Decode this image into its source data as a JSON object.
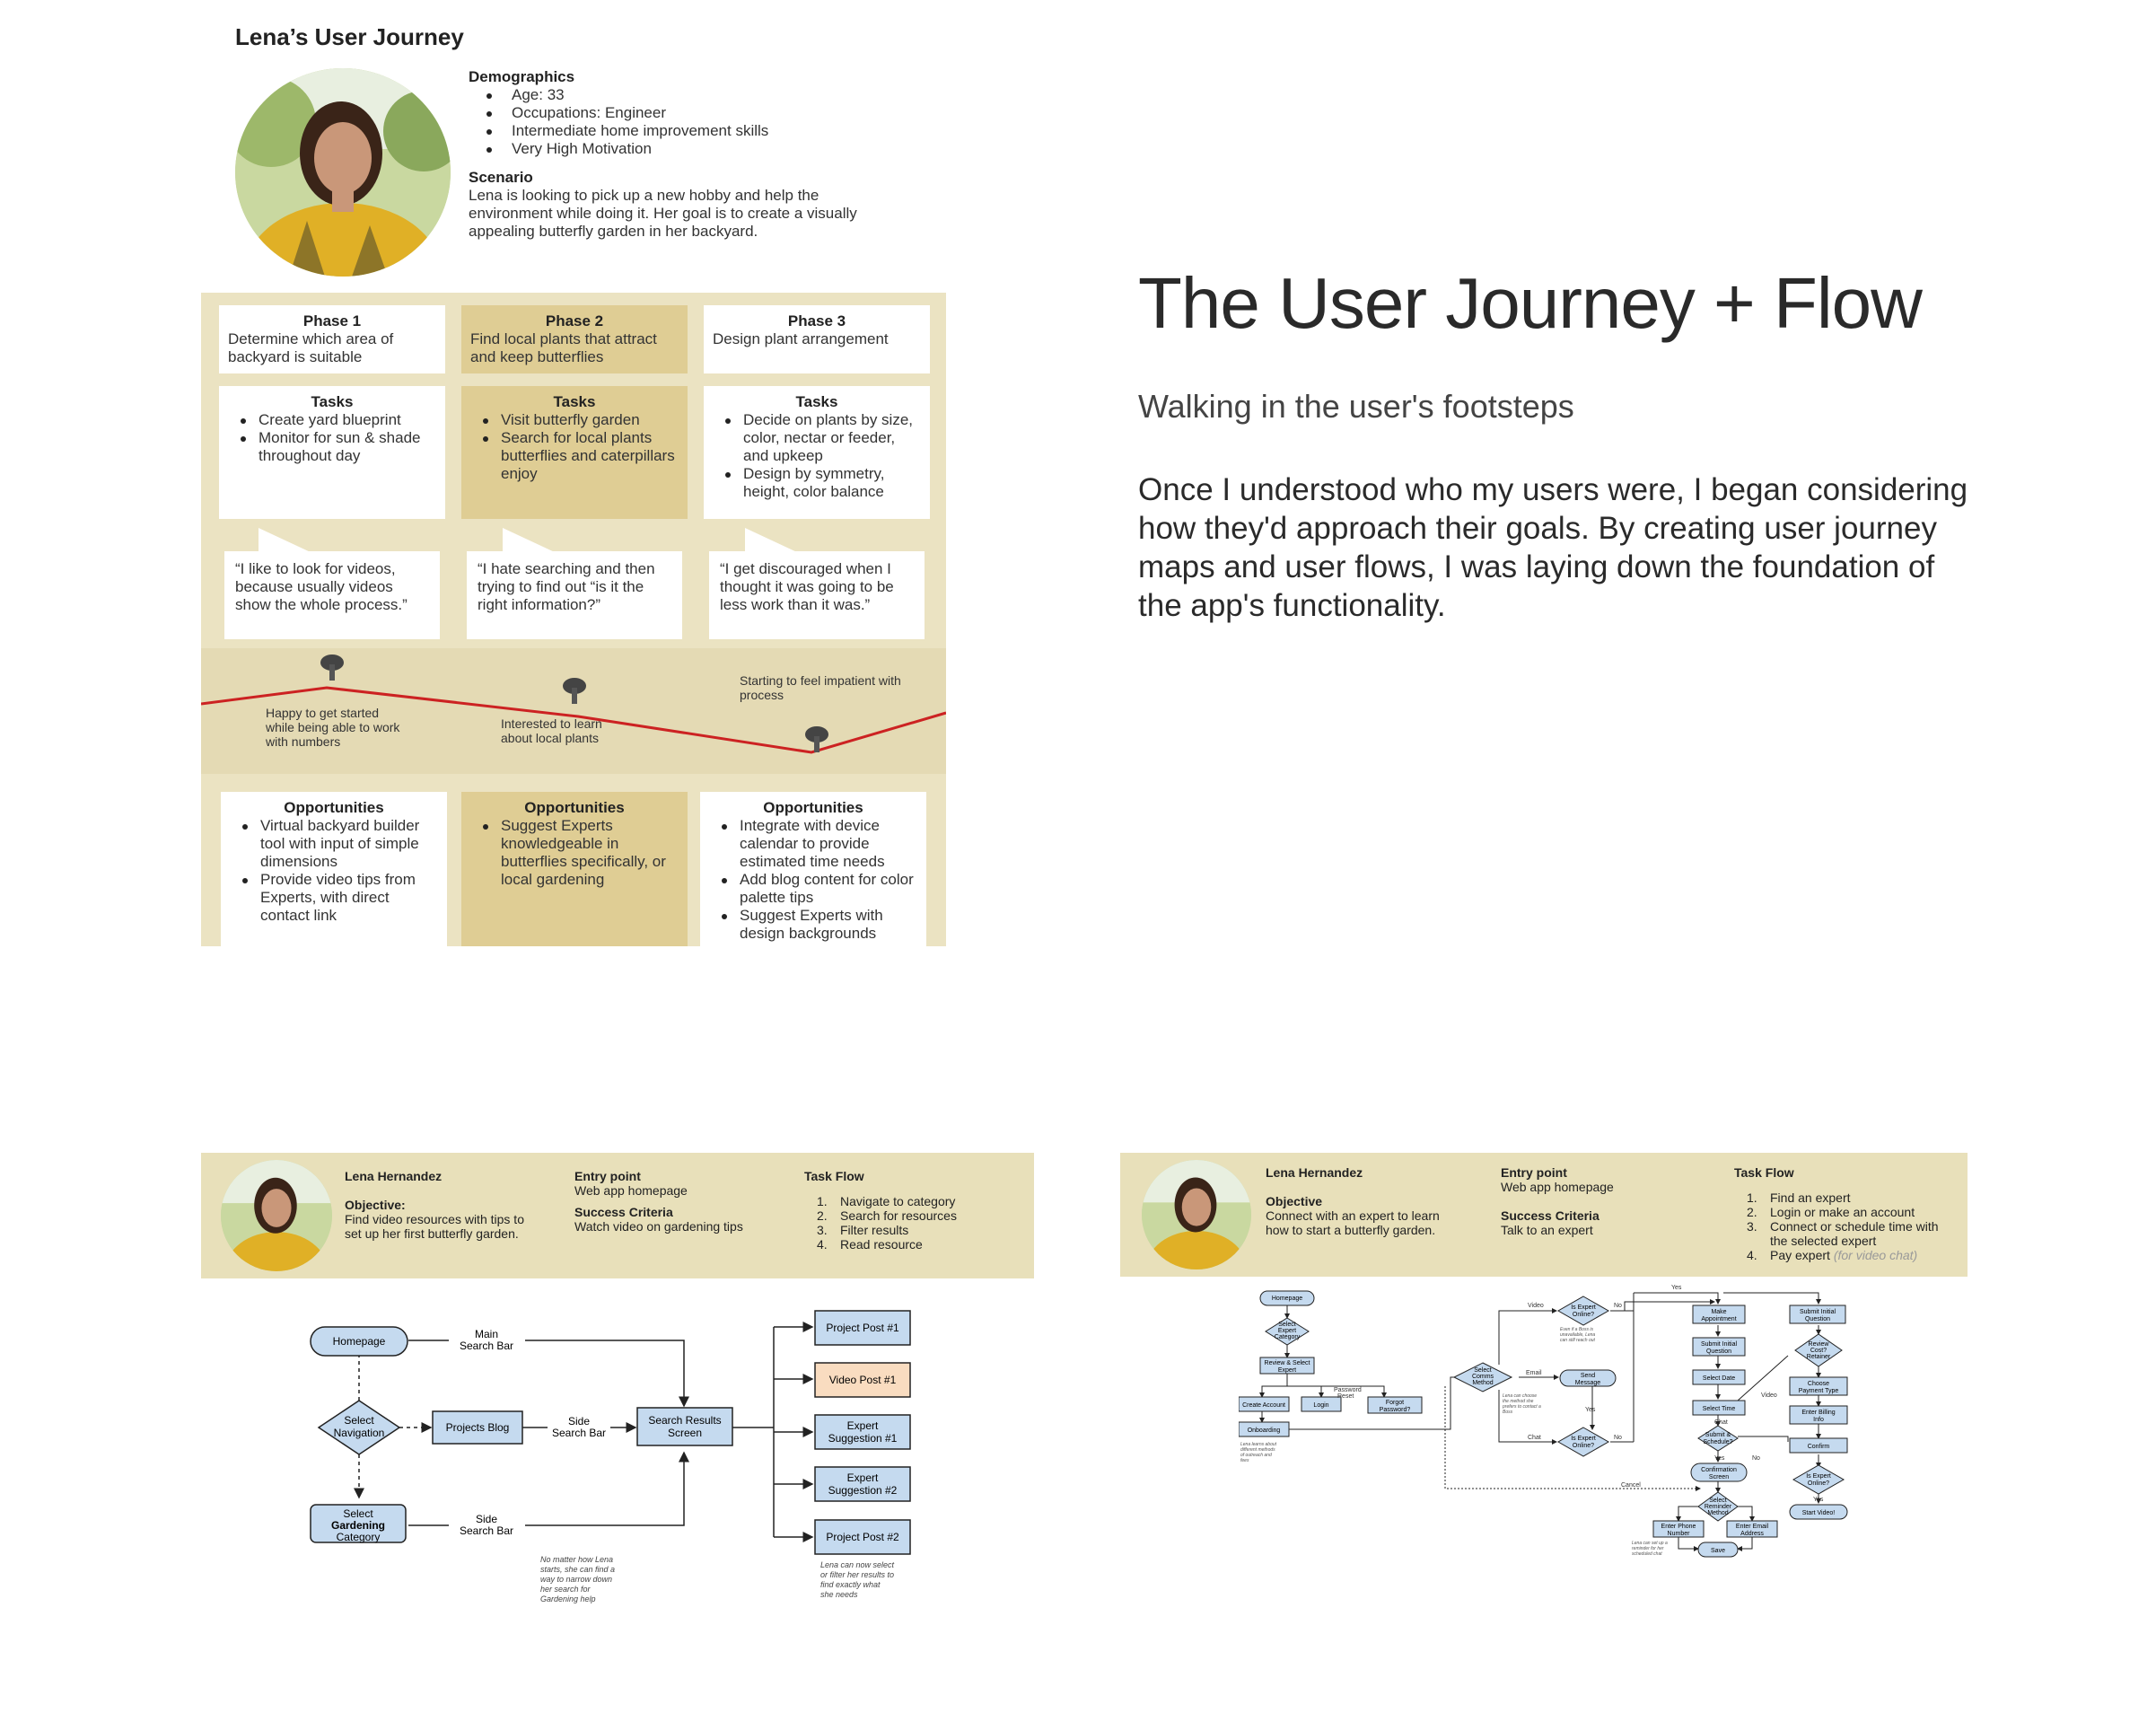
{
  "journey": {
    "title": "Lena’s User Journey",
    "demographics_heading": "Demographics",
    "demographics": [
      "Age: 33",
      "Occupations: Engineer",
      "Intermediate home improvement skills",
      "Very High Motivation"
    ],
    "scenario_heading": "Scenario",
    "scenario": "Lena is looking to pick up a new hobby and help the environment while doing it. Her goal is to create a visually appealing butterfly garden in her backyard.",
    "phases": [
      {
        "title": "Phase 1",
        "desc": "Determine which area of backyard is suitable"
      },
      {
        "title": "Phase 2",
        "desc": "Find local plants that attract and keep butterflies"
      },
      {
        "title": "Phase 3",
        "desc": "Design plant arrangement"
      }
    ],
    "tasks_heading": "Tasks",
    "tasks": [
      [
        "Create yard blueprint",
        "Monitor for sun & shade throughout day"
      ],
      [
        "Visit butterfly garden",
        "Search for local plants butterflies and caterpillars enjoy"
      ],
      [
        "Decide on plants by size, color, nectar or feeder, and upkeep",
        "Design by symmetry, height, color balance"
      ]
    ],
    "quotes": [
      "“I like to look for videos, because usually videos show the whole process.”",
      "“I hate searching and then trying to find out “is it the right information?”",
      "“I get discouraged when  I thought it was going to be less work than it was.”"
    ],
    "emotions": [
      "Happy to get started while being able to work with numbers",
      "Interested to learn about local plants",
      "Starting to feel impatient with process"
    ],
    "opportunities_heading": "Opportunities",
    "opportunities": [
      [
        "Virtual backyard builder tool with input of simple dimensions",
        "Provide video tips from Experts, with direct contact link"
      ],
      [
        "Suggest Experts knowledgeable in butterflies specifically, or local gardening"
      ],
      [
        "Integrate with device calendar to provide estimated time needs",
        "Add blog content for color palette tips",
        "Suggest Experts with design backgrounds"
      ]
    ],
    "colors": {
      "board": "#ebe3c2",
      "tan": "#dfcd94",
      "line": "#cc2222"
    }
  },
  "intro": {
    "heading": "The User Journey + Flow",
    "subheading": "Walking in the user's footsteps",
    "body": "Once I understood who my users were, I began considering how they'd approach their goals. By creating user journey maps and user flows, I was laying down the foundation of the app's functionality."
  },
  "flow1": {
    "name": "Lena Hernandez",
    "objective_label": "Objective:",
    "objective": "Find video resources with tips to set up her first butterfly garden.",
    "entry_label": "Entry point",
    "entry": "Web app homepage",
    "success_label": "Success Criteria",
    "success": "Watch video on gardening tips",
    "taskflow_label": "Task Flow",
    "taskflow": [
      "Navigate to category",
      "Search for resources",
      "Filter results",
      "Read resource"
    ],
    "nodes": {
      "homepage": "Homepage",
      "select_nav": [
        "Select",
        "Navigation"
      ],
      "projects_blog": "Projects Blog",
      "select_cat": [
        "Select",
        "Gardening",
        "Category"
      ],
      "search_results": [
        "Search Results",
        "Screen"
      ],
      "post1": "Project Post #1",
      "video1": "Video Post #1",
      "expert1": [
        "Expert",
        "Suggestion #1"
      ],
      "expert2": [
        "Expert",
        "Suggestion #2"
      ],
      "post2": "Project Post #2"
    },
    "edges": {
      "main_search": [
        "Main",
        "Search Bar"
      ],
      "side_search1": [
        "Side",
        "Search Bar"
      ],
      "side_search2": [
        "Side",
        "Search Bar"
      ]
    },
    "notes": {
      "left": [
        "No matter how Lena",
        "starts, she can find a",
        "way to narrow down",
        "her search for",
        "Gardening help"
      ],
      "right": [
        "Lena can now select",
        "or filter her results to",
        "find exactly what",
        "she needs"
      ]
    }
  },
  "flow2": {
    "name": "Lena Hernandez",
    "objective_label": "Objective",
    "objective": "Connect with an expert to learn how to start a butterfly garden.",
    "entry_label": "Entry point",
    "entry": "Web app homepage",
    "success_label": "Success Criteria",
    "success": "Talk to an expert",
    "taskflow_label": "Task Flow",
    "taskflow": [
      "Find an expert",
      "Login or make an account",
      "Connect or schedule time with the selected expert",
      "Pay expert"
    ],
    "taskflow_note": "(for video chat)",
    "nodes": {
      "homepage": "Homepage",
      "select_expert_cat": [
        "Select",
        "Expert",
        "Category"
      ],
      "review_select": [
        "Review & Select",
        "Expert"
      ],
      "create_account": "Create Account",
      "login": "Login",
      "forgot": [
        "Forgot",
        "Password?"
      ],
      "onboarding": "Onboarding",
      "select_comms": [
        "Select",
        "Comms",
        "Method"
      ],
      "online1": [
        "Is Expert",
        "Online?"
      ],
      "send_message": [
        "Send",
        "Message"
      ],
      "online2": [
        "Is Expert",
        "Online?"
      ],
      "make_appt": [
        "Make",
        "Appointment"
      ],
      "submit_q1": [
        "Submit Initial",
        "Question"
      ],
      "select_date": "Select Date",
      "select_time": "Select Time",
      "submit_schedule": [
        "Submit &",
        "Schedule?"
      ],
      "confirm_screen": [
        "Confirmation",
        "Screen"
      ],
      "select_reminder": [
        "Select",
        "Reminder",
        "Method"
      ],
      "phone": [
        "Enter Phone",
        "Number"
      ],
      "email": [
        "Enter Email",
        "Address"
      ],
      "save": "Save",
      "submit_q2": [
        "Submit Initial",
        "Question"
      ],
      "review_cost": [
        "Review",
        "Cost?",
        "Retainer"
      ],
      "payment_type": [
        "Choose",
        "Payment Type"
      ],
      "billing": [
        "Enter Billing",
        "Info"
      ],
      "confirm": "Confirm",
      "online3": [
        "Is Expert",
        "Online?"
      ],
      "start_video": "Start Video!"
    },
    "edges": {
      "yes": "Yes",
      "no": "No",
      "video": "Video",
      "email": "Email",
      "chat": "Chat",
      "cancel": "Cancel",
      "password_reset": [
        "Password",
        "Reset"
      ]
    },
    "notes": {
      "a": [
        "Even if a Boss is",
        "unavailable, Lena",
        "can still reach out"
      ],
      "b": [
        "Lena can choose",
        "the method she",
        "prefers to contact a",
        "Boss"
      ],
      "c": [
        "Lena learns about",
        "different methods",
        "of outreach and",
        "fees"
      ],
      "d": [
        "Lena can set up a",
        "reminder for her",
        "scheduled chat"
      ]
    }
  }
}
